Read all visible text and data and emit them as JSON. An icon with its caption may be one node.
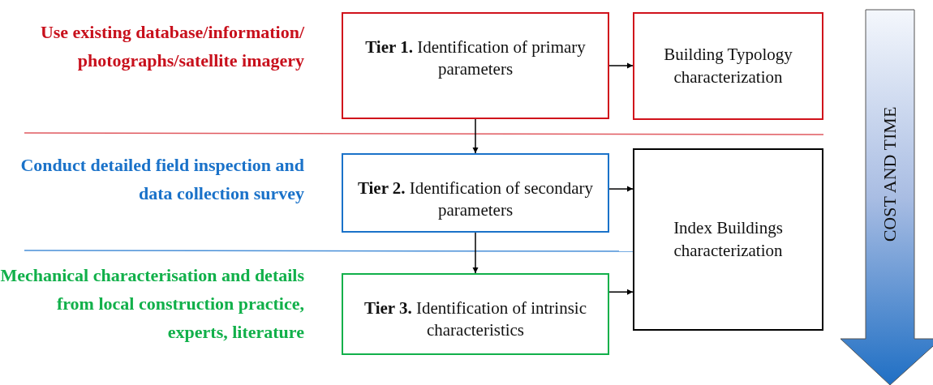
{
  "diagram": {
    "nodes": [
      {
        "text": [
          "**Tier 1.** Identification of primary parameters"
        ]
      },
      {
        "text": [
          "Building Typology characterization"
        ]
      },
      {
        "text": [
          "**Tier 2.** Identification of secondary parameters"
        ]
      },
      {
        "text": [
          "Index Buildings characterization"
        ]
      },
      {
        "text": [
          "**Tier 3.** Identification of intrinsic characteristics"
        ]
      }
    ],
    "edges": [
      {
        "from": 0,
        "to": 1,
        "arrow": "to"
      },
      {
        "from": 0,
        "to": 2,
        "arrow": "to"
      },
      {
        "from": 2,
        "to": 3,
        "arrow": "to"
      },
      {
        "from": 2,
        "to": 4,
        "arrow": "to"
      },
      {
        "from": 4,
        "to": 3,
        "arrow": "to"
      }
    ],
    "labels": [
      "Use existing database/information/ photographs/satellite imagery",
      "Conduct detailed field inspection and data collection survey",
      "Mechanical characterisation and details from local construction practice, experts, literature",
      "COST AND TIME"
    ]
  }
}
